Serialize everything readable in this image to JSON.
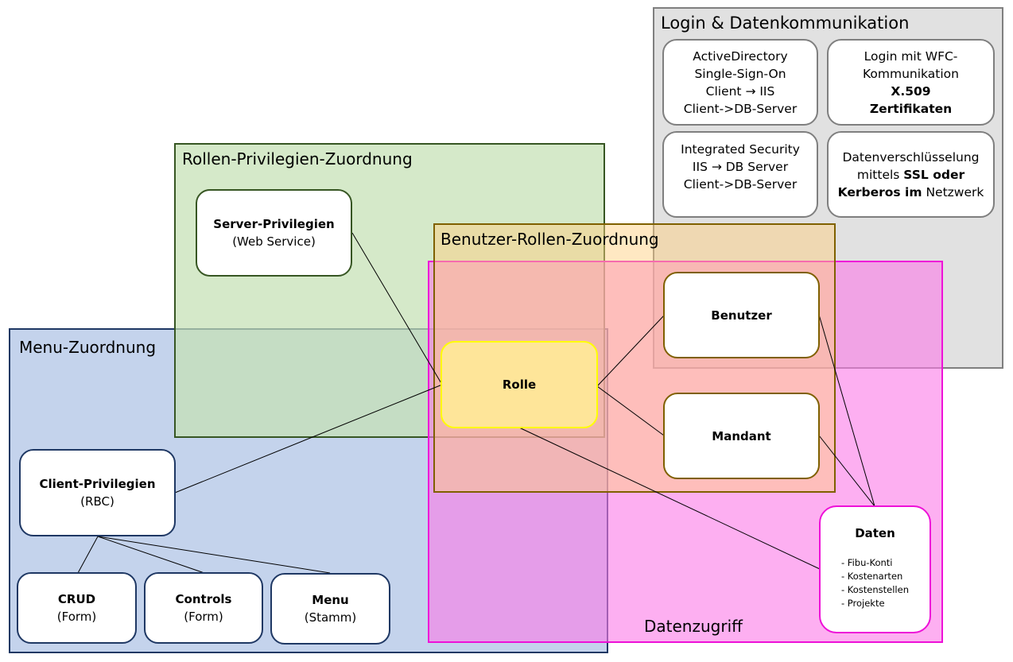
{
  "groups": {
    "login": {
      "title": "Login & Datenkommunikation"
    },
    "rollen_privilegien": {
      "title": "Rollen-Privilegien-Zuordnung"
    },
    "benutzer_rollen": {
      "title": "Benutzer-Rollen-Zuordnung"
    },
    "menu": {
      "title": "Menu-Zuordnung"
    },
    "datenzugriff": {
      "title": "Datenzugriff"
    }
  },
  "login_nodes": {
    "active_directory": {
      "lines": [
        "ActiveDirectory",
        "Single-Sign-On",
        "Client → IIS",
        "Client->DB-Server"
      ]
    },
    "wfc": {
      "line1": "Login mit WFC-",
      "line2": "Kommunikation",
      "bold1": "X.509",
      "bold2": "Zertifikaten"
    },
    "integrated_security": {
      "lines": [
        "Integrated Security",
        "IIS → DB Server",
        "Client->DB-Server"
      ]
    },
    "verschluesselung": {
      "line1": "Datenverschlüsselung",
      "pre2": "mittels ",
      "bold2": "SSL oder",
      "bold3": "Kerberos im",
      "post3": " Netzwerk"
    }
  },
  "nodes": {
    "server_privilegien": {
      "title": "Server-Privilegien",
      "subtitle": "(Web Service)"
    },
    "rolle": {
      "title": "Rolle"
    },
    "benutzer": {
      "title": "Benutzer"
    },
    "mandant": {
      "title": "Mandant"
    },
    "client_privilegien": {
      "title": "Client-Privilegien",
      "subtitle": "(RBC)"
    },
    "crud": {
      "title": "CRUD",
      "subtitle": "(Form)"
    },
    "controls": {
      "title": "Controls",
      "subtitle": "(Form)"
    },
    "menu": {
      "title": "Menu",
      "subtitle": "(Stamm)"
    },
    "daten": {
      "title": "Daten",
      "items": [
        "- Fibu-Konti",
        "- Kostenarten",
        "- Kostenstellen",
        "- Projekte"
      ]
    }
  },
  "colors": {
    "login_border": "#7f7f7f",
    "rollen_border": "#375623",
    "menu_border": "#1f3864",
    "daten_border": "#ee11d8",
    "benutzer_border": "#7f6000",
    "rolle_fill": "#fee599",
    "rolle_border": "#ffff00"
  }
}
